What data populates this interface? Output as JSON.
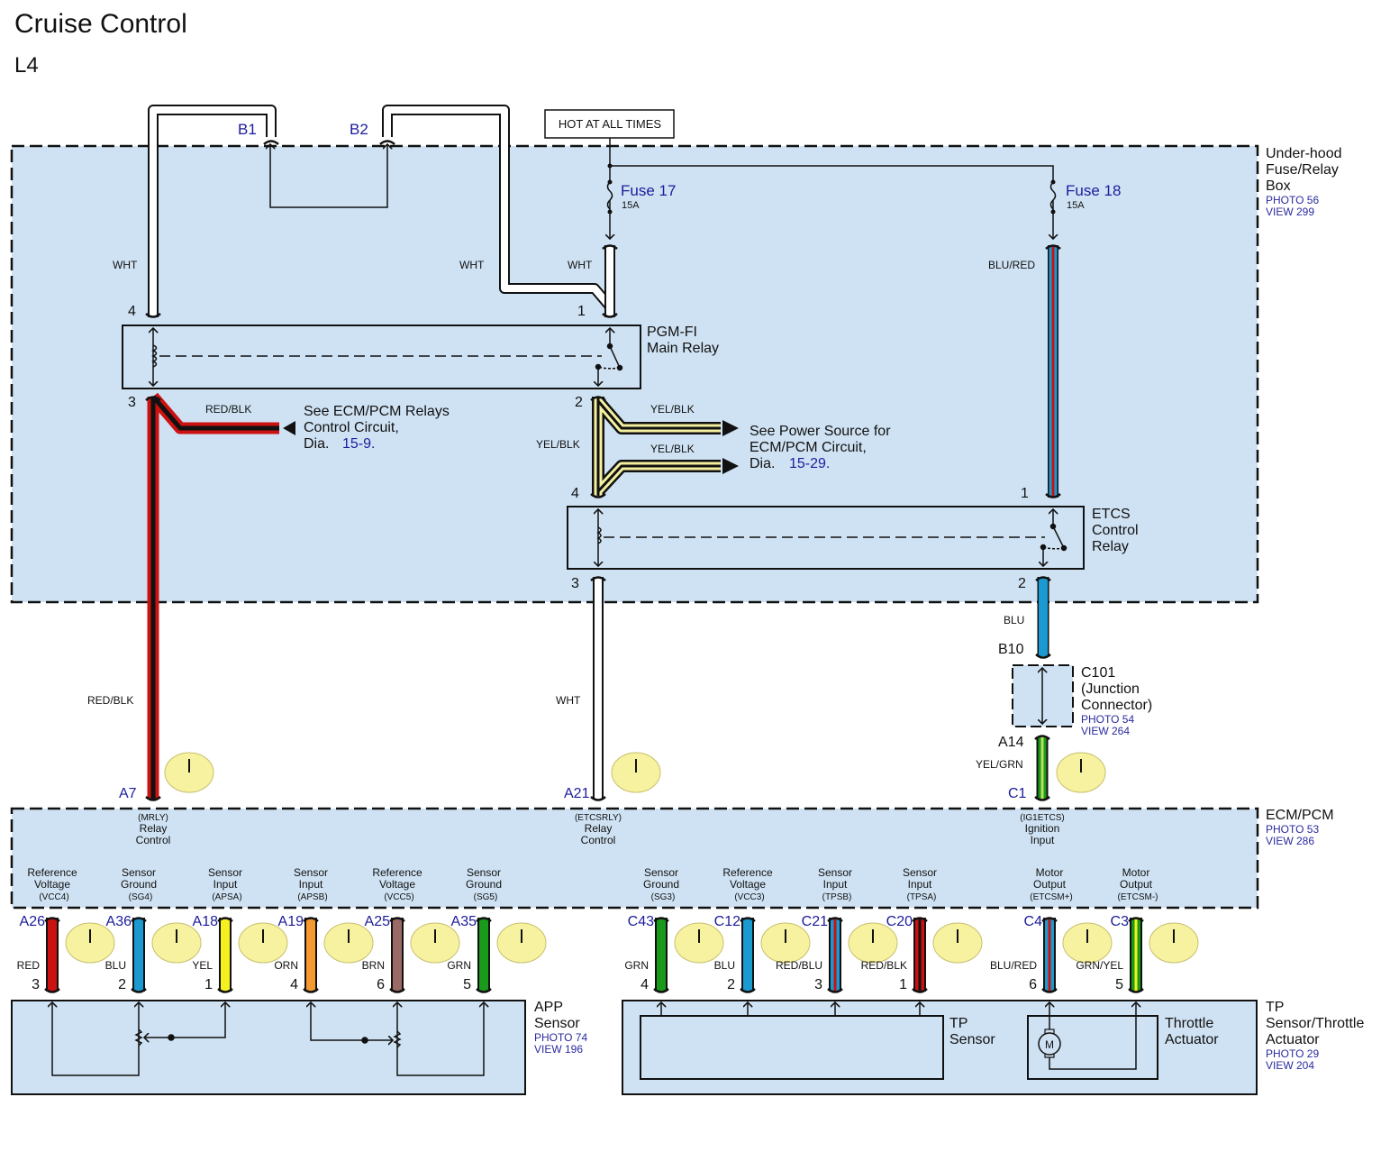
{
  "title": "Cruise Control",
  "subtitle": "L4",
  "hot_label": "HOT AT ALL TIMES",
  "colors": {
    "box_fill": "#cfe2f3",
    "WHT": "#ffffff",
    "RED": "#cc1111",
    "BLK": "#111111",
    "BLU": "#1a9ad0",
    "YEL": "#f5f020",
    "ORN": "#f59a30",
    "BRN": "#9a6a66",
    "GRN": "#1a9a1a",
    "YEL_pale": "#f4f0a0",
    "pin_link": "#1c1c9c",
    "probe": "#f7f2a0"
  },
  "underhood": {
    "name_lines": [
      "Under-hood",
      "Fuse/Relay",
      "Box"
    ],
    "photo": "PHOTO 56",
    "view": "VIEW 299",
    "connectors": [
      "B1",
      "B2"
    ],
    "fuse17": {
      "name": "Fuse 17",
      "rating": "15A"
    },
    "fuse18": {
      "name": "Fuse 18",
      "rating": "15A"
    },
    "wire_labels": {
      "w1": "WHT",
      "w2": "WHT",
      "w3": "WHT",
      "blured": "BLU/RED"
    }
  },
  "pgm_relay": {
    "name_lines": [
      "PGM-FI",
      "Main Relay"
    ],
    "pins": {
      "p4": "4",
      "p1": "1",
      "p3": "3",
      "p2": "2"
    },
    "redblk_label": "RED/BLK",
    "see_ecm_lines": [
      "See ECM/PCM Relays",
      "Control Circuit,"
    ],
    "see_ecm_dia": "Dia.",
    "see_ecm_ref": "15-9.",
    "yelblk_labels": [
      "YEL/BLK",
      "YEL/BLK",
      "YEL/BLK"
    ],
    "see_power_lines": [
      "See Power Source for",
      "ECM/PCM Circuit,"
    ],
    "see_power_dia": "Dia.",
    "see_power_ref": "15-29."
  },
  "etcs_relay": {
    "name_lines": [
      "ETCS",
      "Control",
      "Relay"
    ],
    "pins": {
      "p4": "4",
      "p1": "1",
      "p3": "3",
      "p2": "2"
    }
  },
  "mid_wires": {
    "redblk": "RED/BLK",
    "wht": "WHT",
    "blu": "BLU",
    "yelgrn": "YEL/GRN"
  },
  "c101": {
    "top_pin": "B10",
    "bottom_pin": "A14",
    "name_lines": [
      "C101",
      "(Junction",
      "Connector)"
    ],
    "photo": "PHOTO 54",
    "view": "VIEW 264"
  },
  "ecm": {
    "name": "ECM/PCM",
    "photo": "PHOTO 53",
    "view": "VIEW 286",
    "top_pins": [
      {
        "pin": "A7",
        "lines": [
          "(MRLY)",
          "Relay",
          "Control"
        ]
      },
      {
        "pin": "A21",
        "lines": [
          "(ETCSRLY)",
          "Relay",
          "Control"
        ]
      },
      {
        "pin": "C1",
        "lines": [
          "(IG1ETCS)",
          "Ignition",
          "Input"
        ]
      }
    ],
    "bottom_pins": [
      {
        "pin": "A26",
        "lines": [
          "Reference",
          "Voltage",
          "(VCC4)"
        ],
        "wire": "RED",
        "num": "3"
      },
      {
        "pin": "A36",
        "lines": [
          "Sensor",
          "Ground",
          "(SG4)"
        ],
        "wire": "BLU",
        "num": "2"
      },
      {
        "pin": "A18",
        "lines": [
          "Sensor",
          "Input",
          "(APSA)"
        ],
        "wire": "YEL",
        "num": "1"
      },
      {
        "pin": "A19",
        "lines": [
          "Sensor",
          "Input",
          "(APSB)"
        ],
        "wire": "ORN",
        "num": "4"
      },
      {
        "pin": "A25",
        "lines": [
          "Reference",
          "Voltage",
          "(VCC5)"
        ],
        "wire": "BRN",
        "num": "6"
      },
      {
        "pin": "A35",
        "lines": [
          "Sensor",
          "Ground",
          "(SG5)"
        ],
        "wire": "GRN",
        "num": "5"
      },
      {
        "pin": "C43",
        "lines": [
          "Sensor",
          "Ground",
          "(SG3)"
        ],
        "wire": "GRN",
        "num": "4"
      },
      {
        "pin": "C12",
        "lines": [
          "Reference",
          "Voltage",
          "(VCC3)"
        ],
        "wire": "BLU",
        "num": "2"
      },
      {
        "pin": "C21",
        "lines": [
          "Sensor",
          "Input",
          "(TPSB)"
        ],
        "wire": "RED/BLU",
        "num": "3"
      },
      {
        "pin": "C20",
        "lines": [
          "Sensor",
          "Input",
          "(TPSA)"
        ],
        "wire": "RED/BLK",
        "num": "1"
      },
      {
        "pin": "C4",
        "lines": [
          "Motor",
          "Output",
          "(ETCSM+)"
        ],
        "wire": "BLU/RED",
        "num": "6"
      },
      {
        "pin": "C3",
        "lines": [
          "Motor",
          "Output",
          "(ETCSM-)"
        ],
        "wire": "GRN/YEL",
        "num": "5"
      }
    ]
  },
  "app_sensor": {
    "name_lines": [
      "APP",
      "Sensor"
    ],
    "photo": "PHOTO 74",
    "view": "VIEW 196"
  },
  "tp_assembly": {
    "name_lines": [
      "TP",
      "Sensor/Throttle",
      "Actuator"
    ],
    "photo": "PHOTO 29",
    "view": "VIEW 204",
    "tp_sensor_lines": [
      "TP",
      "Sensor"
    ],
    "actuator_lines": [
      "Throttle",
      "Actuator"
    ],
    "motor_symbol": "M"
  }
}
